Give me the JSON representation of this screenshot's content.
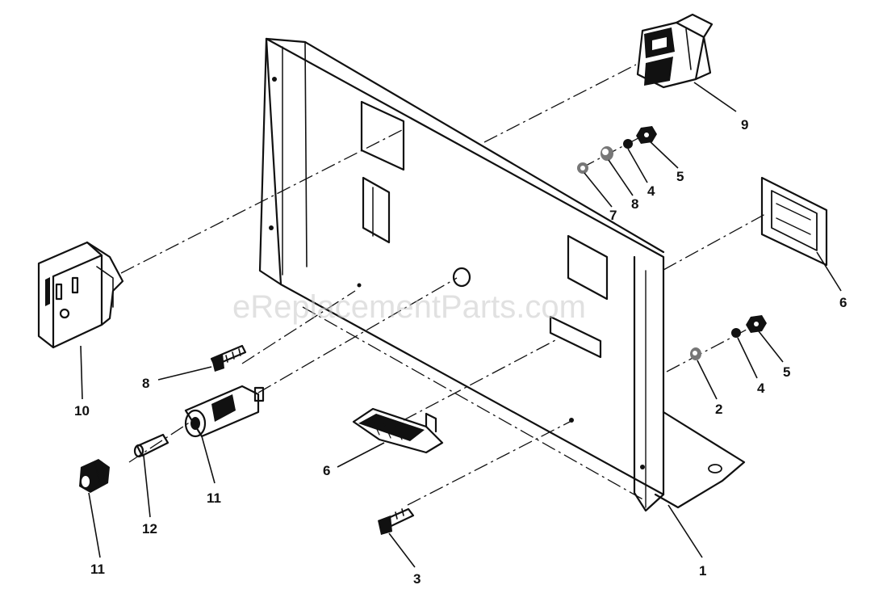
{
  "watermark": "eReplacementParts.com",
  "callouts": {
    "c1": "1",
    "c2": "2",
    "c3": "3",
    "c4a": "4",
    "c4b": "4",
    "c5a": "5",
    "c5b": "5",
    "c6a": "6",
    "c6b": "6",
    "c7": "7",
    "c8a": "8",
    "c8b": "8",
    "c9": "9",
    "c10": "10",
    "c11a": "11",
    "c11b": "11",
    "c12": "12"
  }
}
